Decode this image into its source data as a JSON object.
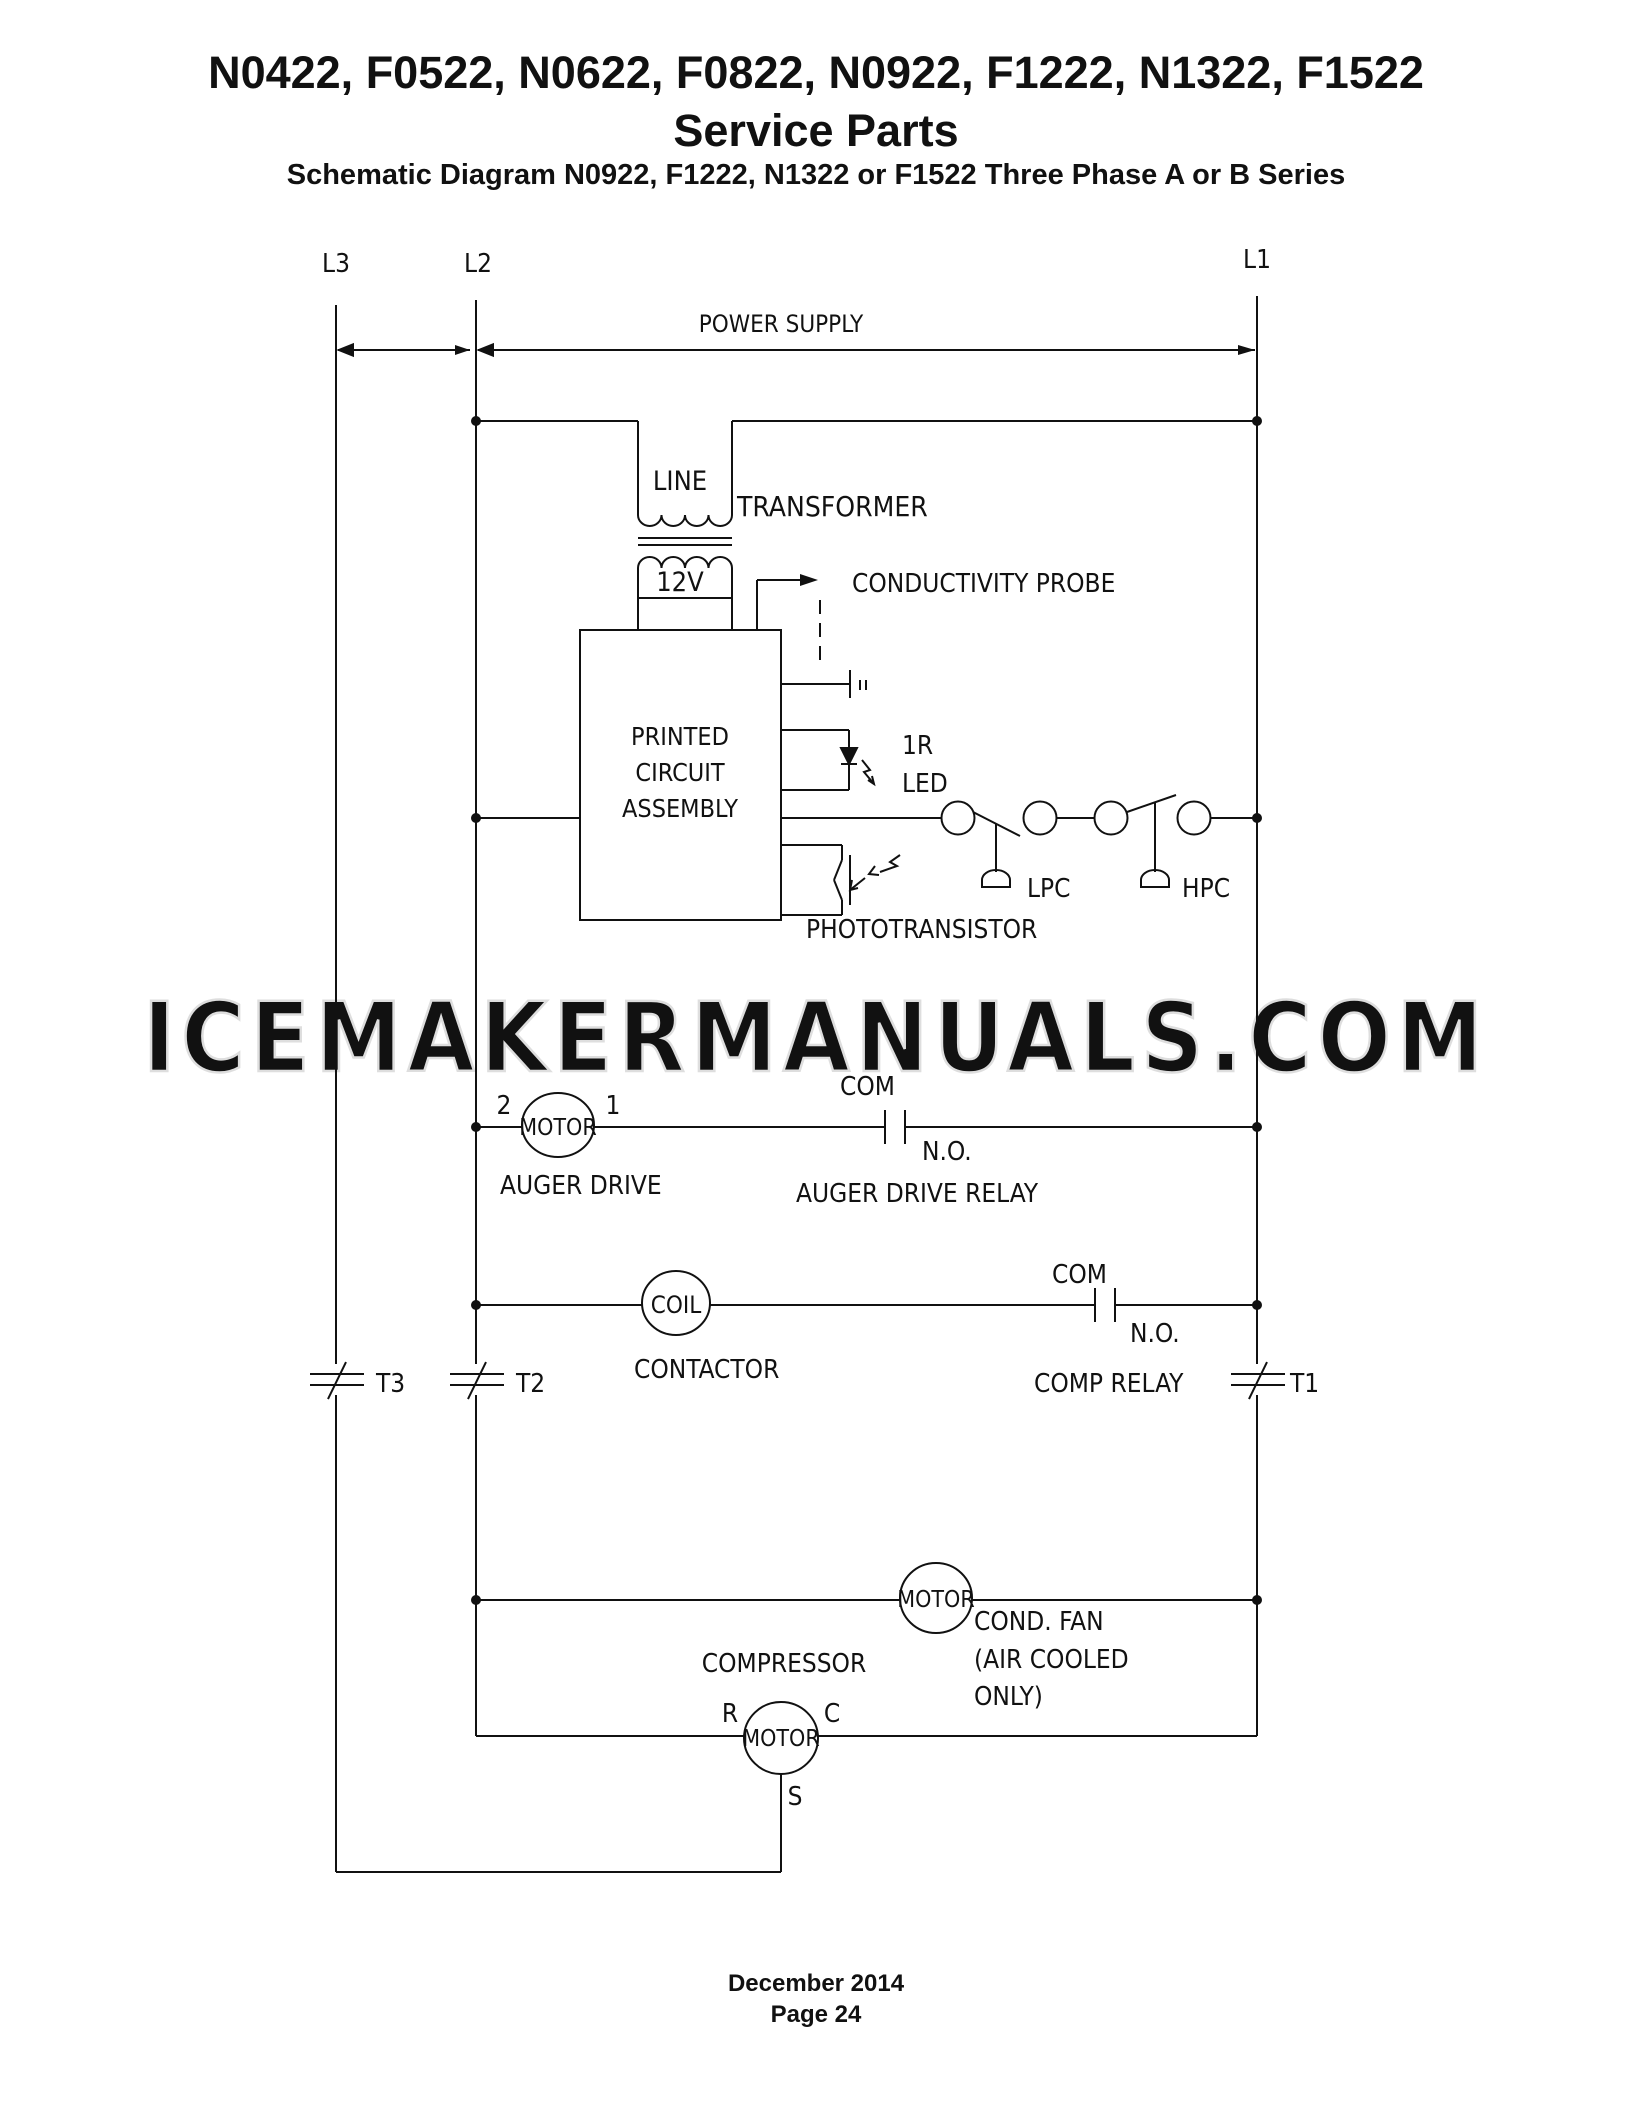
{
  "header": {
    "models": "N0422, F0522, N0622, F0822, N0922, F1222, N1322, F1522",
    "section": "Service Parts",
    "diagram_title": "Schematic Diagram N0922, F1222, N1322 or F1522 Three Phase A or B Series"
  },
  "schematic": {
    "lines": {
      "l3": "L3",
      "l2": "L2",
      "l1": "L1"
    },
    "power_supply": "POWER SUPPLY",
    "transformer": {
      "primary": "LINE",
      "secondary": "12V",
      "label": "TRANSFORMER"
    },
    "conductivity_probe": "CONDUCTIVITY PROBE",
    "pc_assembly": [
      "PRINTED",
      "CIRCUIT",
      "ASSEMBLY"
    ],
    "ir_led": [
      "1R",
      "LED"
    ],
    "phototransistor": "PHOTOTRANSISTOR",
    "lpc": "LPC",
    "hpc": "HPC",
    "auger_motor": {
      "symbol": "MOTOR",
      "pin2": "2",
      "pin1": "1",
      "label": "AUGER DRIVE"
    },
    "auger_relay": {
      "com": "COM",
      "no": "N.O.",
      "label": "AUGER DRIVE RELAY"
    },
    "contactor": {
      "symbol": "COIL",
      "label": "CONTACTOR"
    },
    "comp_relay": {
      "com": "COM",
      "no": "N.O.",
      "label": "COMP RELAY"
    },
    "contacts": {
      "t3": "T3",
      "t2": "T2",
      "t1": "T1"
    },
    "cond_fan": {
      "symbol": "MOTOR",
      "label": [
        "COND. FAN",
        "(AIR COOLED",
        "ONLY)"
      ]
    },
    "compressor": {
      "label": "COMPRESSOR",
      "symbol": "MOTOR",
      "r": "R",
      "c": "C",
      "s": "S"
    }
  },
  "watermark": "ICEMAKERMANUALS.COM",
  "footer": {
    "date": "December 2014",
    "page": "Page 24"
  }
}
